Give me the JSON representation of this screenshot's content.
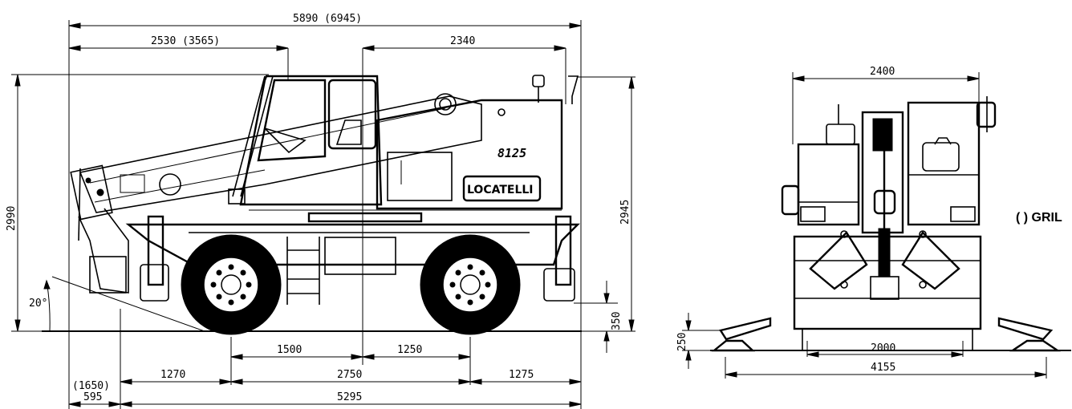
{
  "side_view": {
    "dims": {
      "overall_length": "5890 (6945)",
      "front_overhang": "2530 (3565)",
      "rear_section": "2340",
      "height_left": "2990",
      "height_right": "2945",
      "ground_clearance": "350",
      "angle": "20°",
      "front_axle_to_center": "1500",
      "center_to_rear_axle": "1250",
      "front_to_axle": "1270",
      "wheelbase": "2750",
      "rear_overhang": "1275",
      "boom_extra": "(1650)",
      "boom_tip": "595",
      "chassis_length": "5295"
    },
    "model_label": "8125",
    "brand_logo": "LOCATELLI"
  },
  "front_view": {
    "dims": {
      "width": "2400",
      "outrigger_height": "250",
      "track": "2000",
      "outrigger_span": "4155"
    }
  },
  "note": "( ) GRIL"
}
